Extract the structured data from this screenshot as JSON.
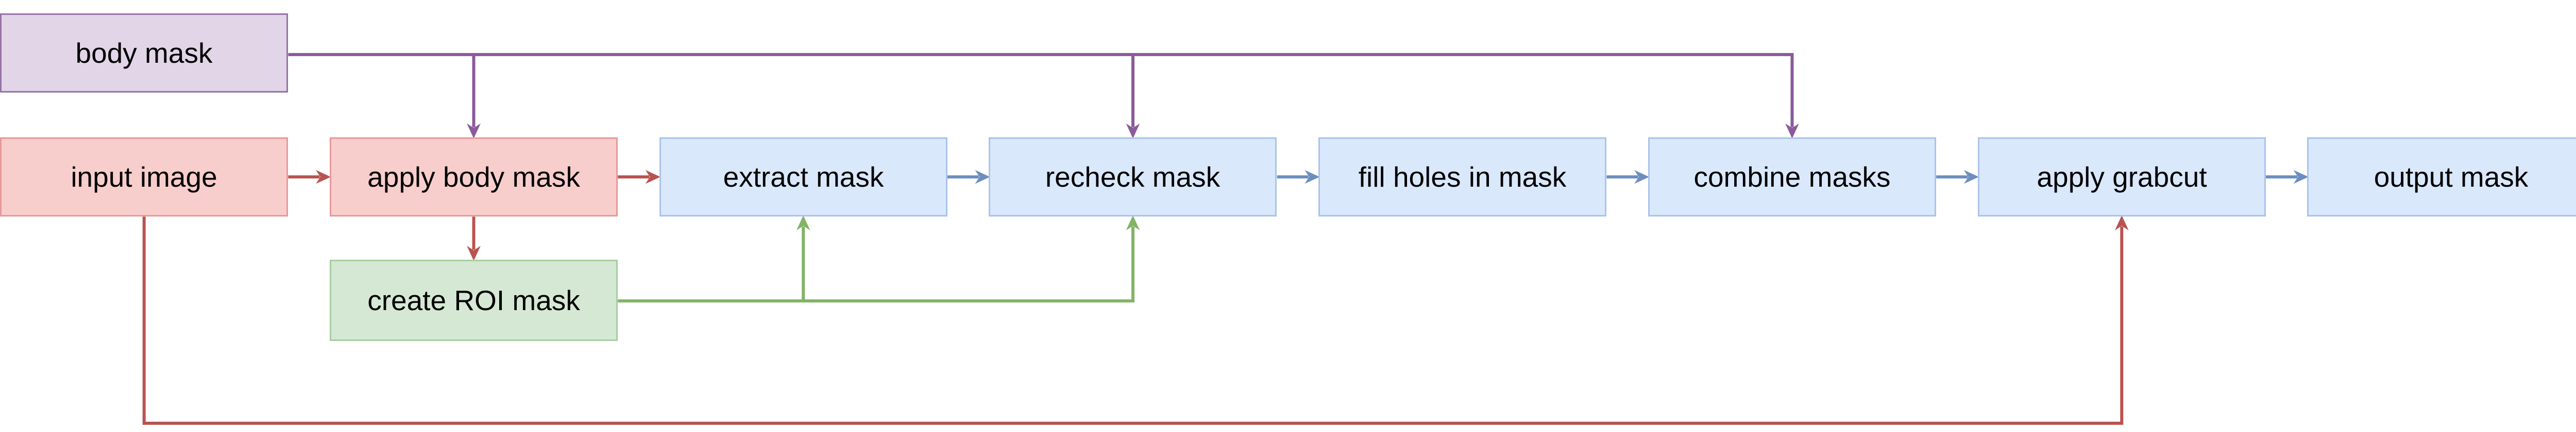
{
  "diagram": {
    "colors": {
      "purple": {
        "fill": "#e1d5e7",
        "stroke": "#9673a6",
        "line": "#8a5a9a"
      },
      "red": {
        "fill": "#f8cecc",
        "stroke": "#e8999a",
        "line": "#b85450"
      },
      "green": {
        "fill": "#d5e8d4",
        "stroke": "#a6cf9e",
        "line": "#82b366"
      },
      "blue": {
        "fill": "#dae8fc",
        "stroke": "#a9c4eb",
        "line": "#6c8ebf"
      }
    },
    "nodes": [
      {
        "id": "body-mask",
        "label": "body mask",
        "color": "purple"
      },
      {
        "id": "input-image",
        "label": "input image",
        "color": "red"
      },
      {
        "id": "apply-body-mask",
        "label": "apply body mask",
        "color": "red"
      },
      {
        "id": "create-roi-mask",
        "label": "create ROI mask",
        "color": "green"
      },
      {
        "id": "extract-mask",
        "label": "extract mask",
        "color": "blue"
      },
      {
        "id": "recheck-mask",
        "label": "recheck mask",
        "color": "blue"
      },
      {
        "id": "fill-holes-mask",
        "label": "fill holes in mask",
        "color": "blue"
      },
      {
        "id": "combine-masks",
        "label": "combine masks",
        "color": "blue"
      },
      {
        "id": "apply-grabcut",
        "label": "apply grabcut",
        "color": "blue"
      },
      {
        "id": "output-mask",
        "label": "output mask",
        "color": "blue"
      }
    ],
    "edges": [
      {
        "from": "input-image",
        "to": "apply-body-mask",
        "color": "red"
      },
      {
        "from": "apply-body-mask",
        "to": "extract-mask",
        "color": "red"
      },
      {
        "from": "apply-body-mask",
        "to": "create-roi-mask",
        "color": "red"
      },
      {
        "from": "input-image",
        "to": "apply-grabcut",
        "color": "red"
      },
      {
        "from": "extract-mask",
        "to": "recheck-mask",
        "color": "blue"
      },
      {
        "from": "recheck-mask",
        "to": "fill-holes-mask",
        "color": "blue"
      },
      {
        "from": "fill-holes-mask",
        "to": "combine-masks",
        "color": "blue"
      },
      {
        "from": "combine-masks",
        "to": "apply-grabcut",
        "color": "blue"
      },
      {
        "from": "apply-grabcut",
        "to": "output-mask",
        "color": "blue"
      },
      {
        "from": "body-mask",
        "to": "apply-body-mask",
        "color": "purple"
      },
      {
        "from": "body-mask",
        "to": "recheck-mask",
        "color": "purple"
      },
      {
        "from": "body-mask",
        "to": "combine-masks",
        "color": "purple"
      },
      {
        "from": "create-roi-mask",
        "to": "extract-mask",
        "color": "green"
      },
      {
        "from": "create-roi-mask",
        "to": "recheck-mask",
        "color": "green"
      }
    ]
  }
}
